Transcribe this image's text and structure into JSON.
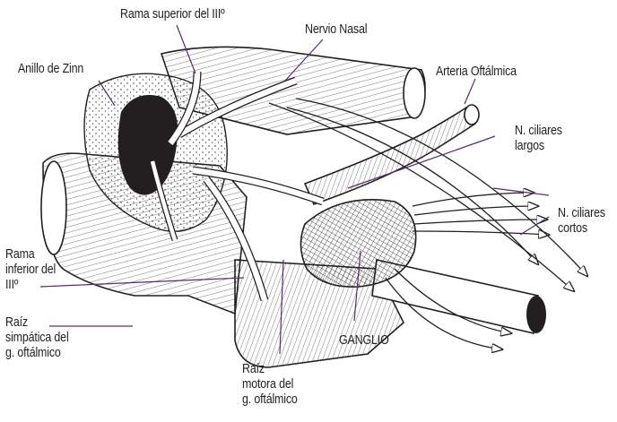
{
  "labels": {
    "rama_superior": "Rama superior del IIIº",
    "nervio_nasal": "Nervio Nasal",
    "anillo_zinn": "Anillo de Zinn",
    "arteria_oftalmica": "Arteria Oftálmica",
    "ciliares_largos": [
      "N. ciliares",
      "largos"
    ],
    "ciliares_cortos": [
      "N. ciliares",
      "cortos"
    ],
    "rama_inferior": [
      "Rama",
      "inferior del",
      "IIIº"
    ],
    "raiz_simpatica": [
      "Raíz",
      "simpática del",
      "g. oftálmico"
    ],
    "ganglio": "GANGLIO",
    "raiz_motora": [
      "Raíz",
      "motora del",
      "g. oftálmico"
    ]
  },
  "colors": {
    "ink": "#231f20",
    "leader": "#5b2a6e",
    "fill": "#ffffff"
  }
}
